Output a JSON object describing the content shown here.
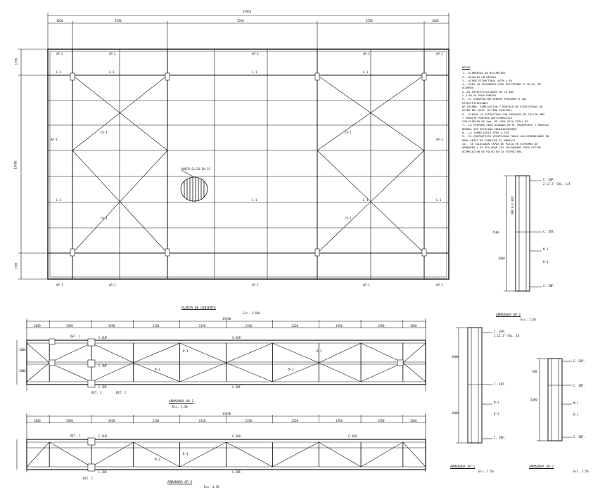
{
  "plan": {
    "top_total_dim": "15950",
    "top_dims": [
      "1050",
      "3550",
      "3550",
      "3550",
      "1050"
    ],
    "left_dims": [
      "1700",
      "10000",
      "1700"
    ],
    "col_tags": [
      "AP-2",
      "AP-2",
      "AP-2",
      "AP-2",
      "AP-2"
    ],
    "col_tags_bottom": [
      "AP-1",
      "AP-1",
      "AP-1",
      "AP-1",
      "AP-1"
    ],
    "edge_tag": "AP-1",
    "beam_tags": [
      "L-1",
      "L-1",
      "L-1",
      "L-1",
      "L-1",
      "L-1",
      "L-1",
      "L-1"
    ],
    "brace_tags": [
      "CV-1",
      "CV-1",
      "CV-1",
      "CV-1"
    ],
    "opening_label": "HUECO D=120 EN 35",
    "title": "PLANTA DE CUBIERTA",
    "scale": "Esc. 1:100"
  },
  "notes": {
    "heading": "NOTAS",
    "items": [
      "1.- ELEMENTOS EN MILIMETROS",
      "2.- NIVELES EN METROS",
      "3.- ACERO ESTRUCTURAL ASTM A-36",
      "4.- PARA LA SOLDADURA USAR ELECTRODOS E-70 XX, DE ACUERDO",
      "     A LAS ESPECIFICACIONES DE LA AWS",
      "     Y E-60 XX PARA PUNTEO",
      "5.- EL CONSTRUCTOR DEBERA APEGARSE A LAS ESPECIFICACIONES",
      "     DE DISEÑO, FABRICACION Y MONTAJE DE ESTRUCTURAS DE",
      "     ACERO DEL AISC (ULTIMA EDICION)",
      "6.- PINTAR LA ESTRUCTURA CON PRIMARIO DE TALLER 4MM",
      "     Y ESMALTE PINTURA ANTICORROSIVA",
      "     CON ESPESOR DE 2mm. DE CAPA SECA TOTAL DE",
      "7.- LA PINTURA SERA ACABADO EN EL TRANSPORTE Y MONTAJE",
      "     DEBERA SER RETOCADA INMEDIATAMENTE",
      "8.- LA TORNILLERIA SERA A-325",
      "9.- EL CONTRATISTA VERIFICARA TODAS LAS DIMENSIONES EN",
      "     OBRA ANTES DE FABRICAR EL MONTAJE",
      "10.- SE COLOCARAN TAPAS DE PLACA EN EXTREMOS DE",
      "     ARMADURA Y SE SELLARAN LAS SOLDADURAS PARA EVITAR",
      "     ACUMULACION DE POLVO EN LA ESTRUCTURA"
    ]
  },
  "truss1": {
    "title": "ARMADURA AP-1",
    "scale": "Esc. 1:50",
    "total_dim": "15950",
    "dims": [
      "1050",
      "1950",
      "1950",
      "2150",
      "2150",
      "2150",
      "2150",
      "1950",
      "1950",
      "1050"
    ],
    "height_dims": [
      "1000",
      "1000"
    ],
    "chord_top": "C.SUP.",
    "chord_bottom": "C.INF.",
    "chord_mid": "C.INT.",
    "diag": "D-1",
    "post": "M-1",
    "det": "DET. C"
  },
  "truss2": {
    "title": "ARMADURA AP-2",
    "scale": "Esc. 1:50",
    "total_dim": "15950",
    "dims": [
      "1050",
      "1950",
      "1950",
      "2150",
      "2150",
      "2150",
      "2150",
      "1950",
      "1950",
      "1050"
    ],
    "chord_top": "C.SUP.",
    "chord_bottom": "C.INF.",
    "diag": "D-1",
    "post": "M-1",
    "det": "DET. C"
  },
  "section_top": {
    "title": "ARMADURA AP-2",
    "scale": "Esc. 1:50",
    "dims": [
      "1500",
      "1000"
    ],
    "tags": [
      "C. SUP.",
      "2 LI 2\" CAL. 1/4",
      "C. INT.",
      "M-1",
      "D-1",
      "C. INF."
    ],
    "label": "VER A-2 BOX"
  },
  "section_mid": {
    "title": "ARMADURA AP-1",
    "scale": "Esc. 1:50",
    "dims": [
      "1000",
      "1000"
    ],
    "tags": [
      "C. SUP.",
      "2 LI 2\" CAL. 10",
      "C. INT.",
      "M-1",
      "D-1",
      "C. INF."
    ]
  },
  "section_right": {
    "title": "ARMADURA AP-2",
    "scale": "Esc. 1:50",
    "dims": [
      "500",
      "1500"
    ],
    "tags": [
      "C. SUP.",
      "C. INT.",
      "M-1",
      "D-1",
      "C. INF."
    ]
  }
}
